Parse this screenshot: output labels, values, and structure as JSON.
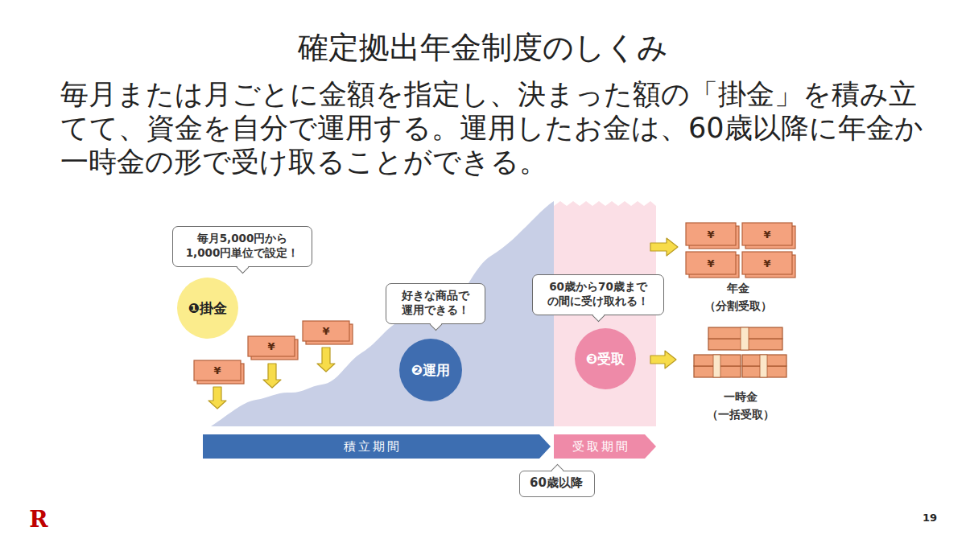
{
  "diagram": {
    "title": "確定拠出年金制度のしくみ",
    "nodes": [
      {
        "text": [
          "毎月5,000円から 1,000円単位で設定！"
        ]
      },
      {
        "text": [
          "❶掛金"
        ]
      },
      {
        "text": [
          "好きな商品で 運用できる！"
        ]
      },
      {
        "text": [
          "❷運用"
        ]
      },
      {
        "text": [
          "60歳から70歳まで の間に受け取れる！"
        ]
      },
      {
        "text": [
          "❸受取"
        ]
      },
      {
        "text": [
          "積立期間"
        ]
      },
      {
        "text": [
          "受取期間"
        ]
      },
      {
        "text": [
          "60歳以降"
        ]
      }
    ],
    "labels": [
      "毎月または月ごとに金額を指定し、決まった額の「掛金」を積み立 てて、資金を自分で運用する。運用したお金は、60歳以降に年金か 一時金の形で受け取ることができる。",
      "¥",
      "¥",
      "¥",
      "¥",
      "¥",
      "¥",
      "¥",
      "年金",
      "（分割受取）",
      "一時金",
      "（一括受取）",
      "R",
      "19"
    ]
  }
}
